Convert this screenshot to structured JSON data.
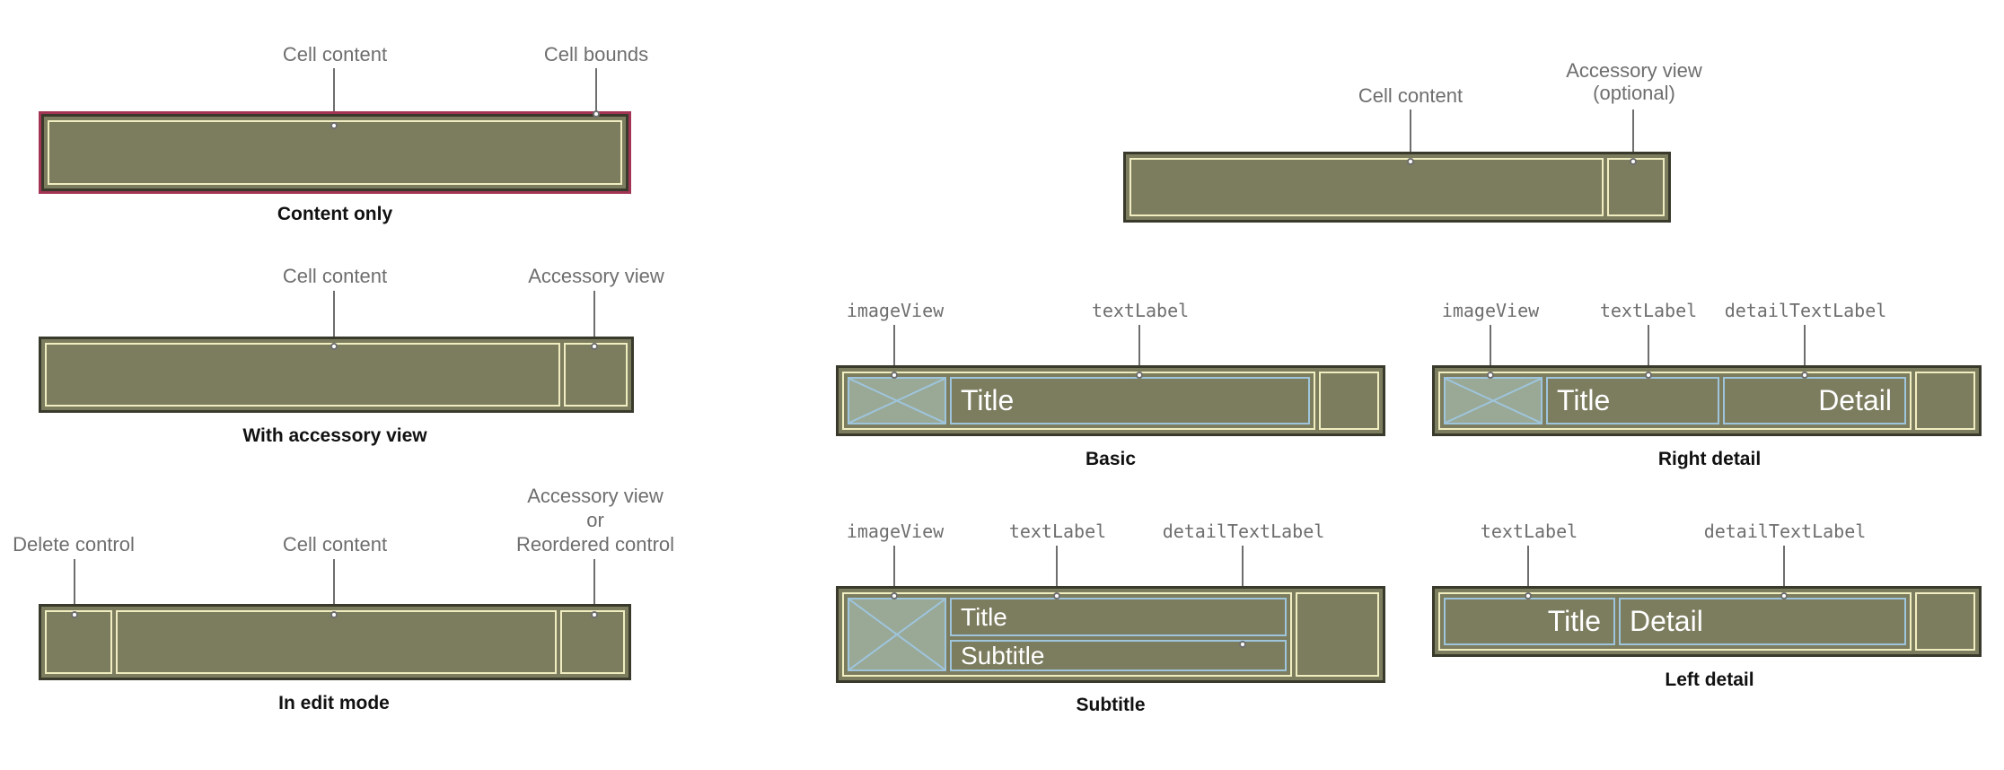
{
  "content_only": {
    "labels": {
      "cell_content": "Cell content",
      "cell_bounds": "Cell bounds"
    },
    "caption": "Content only"
  },
  "with_accessory": {
    "labels": {
      "cell_content": "Cell content",
      "accessory_view": "Accessory view"
    },
    "caption": "With accessory view"
  },
  "edit_mode": {
    "labels": {
      "delete_control": "Delete control",
      "cell_content": "Cell content",
      "accessory_line1": "Accessory view",
      "accessory_line2": "or",
      "accessory_line3": "Reordered control"
    },
    "caption": "In edit mode"
  },
  "top_right": {
    "labels": {
      "cell_content": "Cell content",
      "accessory_line1": "Accessory view",
      "accessory_line2": "(optional)"
    }
  },
  "basic": {
    "labels": {
      "image_view": "imageView",
      "text_label": "textLabel"
    },
    "title": "Title",
    "caption": "Basic"
  },
  "right_detail": {
    "labels": {
      "image_view": "imageView",
      "text_label": "textLabel",
      "detail_text_label": "detailTextLabel"
    },
    "title": "Title",
    "detail": "Detail",
    "caption": "Right detail"
  },
  "subtitle": {
    "labels": {
      "image_view": "imageView",
      "text_label": "textLabel",
      "detail_text_label": "detailTextLabel"
    },
    "title": "Title",
    "subtitle": "Subtitle",
    "caption": "Subtitle"
  },
  "left_detail": {
    "labels": {
      "text_label": "textLabel",
      "detail_text_label": "detailTextLabel"
    },
    "title": "Title",
    "detail": "Detail",
    "caption": "Left detail"
  },
  "colors": {
    "cell_fill": "#7c7c5f",
    "cell_border": "#3a3a2c",
    "content_border": "#f0eec0",
    "subview_border": "#9ec5dc",
    "bounds_outline": "#a23454",
    "label_text": "#6e6e6e"
  },
  "icons": {
    "image_placeholder": "crossed-box-icon"
  }
}
